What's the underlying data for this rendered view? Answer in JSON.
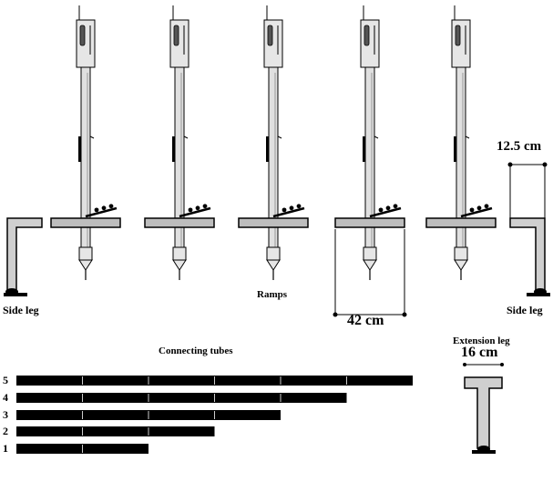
{
  "labels": {
    "side_leg_left": "Side leg",
    "side_leg_right": "Side leg",
    "ramps": "Ramps",
    "connecting_tubes": "Connecting tubes",
    "extension_leg": "Extension leg"
  },
  "dimensions": {
    "ramp_width": "42 cm",
    "side_leg_width": "12.5 cm",
    "extension_leg_width": "16 cm"
  },
  "ramp_count": 5,
  "tubes": [
    {
      "label": "5",
      "segments": 6
    },
    {
      "label": "4",
      "segments": 5
    },
    {
      "label": "3",
      "segments": 4
    },
    {
      "label": "2",
      "segments": 3
    },
    {
      "label": "1",
      "segments": 2
    }
  ],
  "colors": {
    "ink": "#000000",
    "metal_fill": "#cfcfcf",
    "ramp_fill": "#bdbdbd",
    "tube_fill": "#000000",
    "tube_joint": "#ffffff",
    "background": "#ffffff"
  }
}
